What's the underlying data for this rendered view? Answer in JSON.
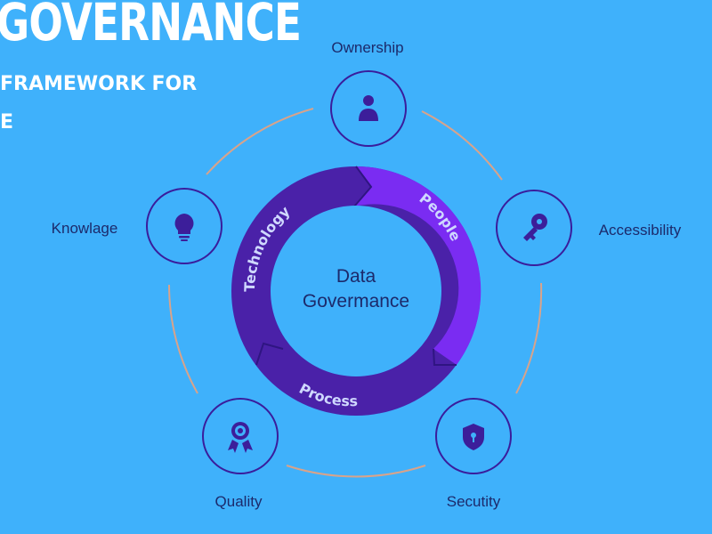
{
  "header": {
    "title": "GOVERNANCE",
    "subtitle_line1": "FRAMEWORK FOR",
    "subtitle_line2": "E"
  },
  "center_text": [
    "Data",
    "Govermance"
  ],
  "ring": {
    "technology": "Technology",
    "people": "People",
    "process": "Process"
  },
  "nodes": {
    "ownership": "Ownership",
    "accessibility": "Accessibility",
    "security": "Secutity",
    "quality": "Quality",
    "knowledge": "Knowlage"
  },
  "colors": {
    "background": "#3fb1fb",
    "ring_dark": "#4a21a8",
    "ring_light": "#7a2cf2",
    "node_stroke": "#3a1d9c",
    "icon_fill": "#3c1e9a",
    "connector": "#d9a38a"
  },
  "icons": {
    "ownership": "person-icon",
    "accessibility": "key-icon",
    "security": "shield-lock-icon",
    "quality": "award-ribbon-icon",
    "knowledge": "lightbulb-icon"
  }
}
